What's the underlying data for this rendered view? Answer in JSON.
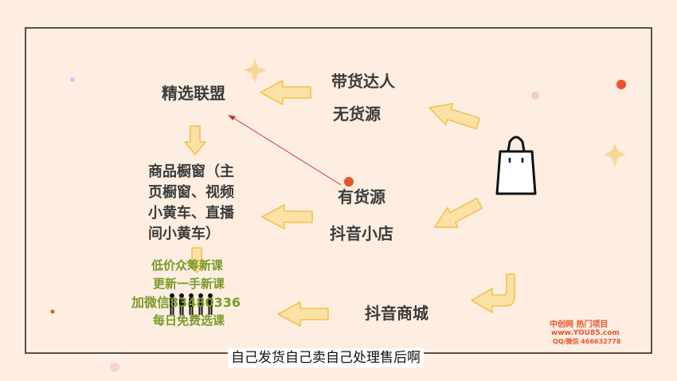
{
  "nodes": {
    "jingxuan": "精选联盟",
    "daihuo": "带货达人",
    "wuhuoyuan": "无货源",
    "shangpin": [
      "商品橱窗（主",
      "页橱窗、视频",
      "小黄车、直播",
      "间小黄车）"
    ],
    "youhuoyuan": "有货源",
    "douyinxiaodian": "抖音小店",
    "douyinshangcheng": "抖音商城"
  },
  "watermark_promo": {
    "line1": "低价众筹新课",
    "line2": "更新一手新课",
    "line3": "加微信83480336",
    "line4": "每日免费选课"
  },
  "watermark_corner": {
    "line1": "中创网 热门项目",
    "line2": "www.YOU85.com",
    "line3": "QQ/微信 466632778"
  },
  "subtitle": "自己发货自己卖自己处理售后啊",
  "colors": {
    "background": "#fdeee1",
    "arrow_fill": "#fbe1a6",
    "arrow_stroke": "#f2c14e",
    "red_arrow": "#c0392b",
    "promo_green": "#7a9a28",
    "promo_purple": "#8a2be2"
  },
  "icons": [
    "shopping-bag-icon",
    "sparkle-icon",
    "crowd-icon"
  ]
}
